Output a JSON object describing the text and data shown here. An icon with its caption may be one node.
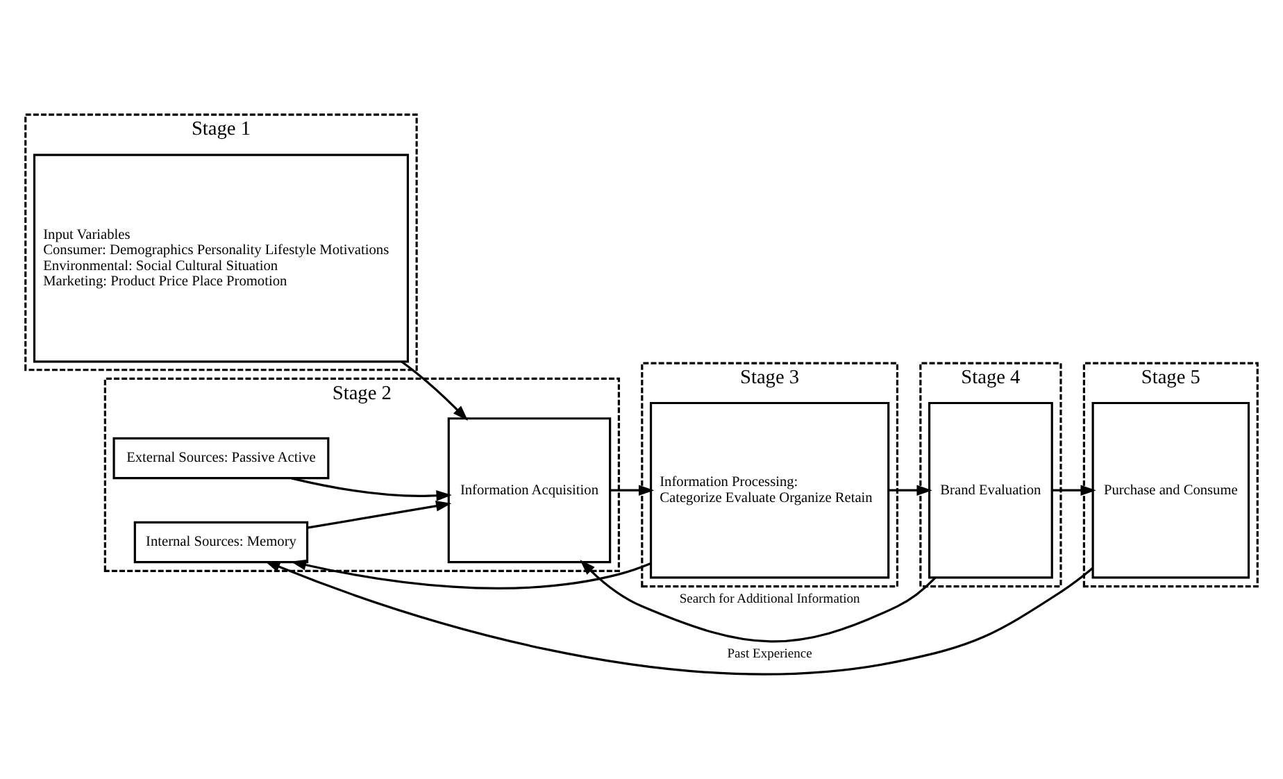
{
  "diagram": {
    "nodes": [
      {
        "text": [
          "Stage 1"
        ]
      },
      {
        "text": [
          "Input Variables",
          "Consumer: Demographics Personality Lifestyle Motivations",
          "Environmental: Social Cultural Situation",
          "Marketing: Product Price Place Promotion"
        ],
        "in": 0
      },
      {
        "text": [
          "Stage 2"
        ]
      },
      {
        "text": [
          "Information Acquisition"
        ],
        "in": 2
      },
      {
        "text": [
          "External Sources: Passive Active"
        ],
        "in": 2
      },
      {
        "text": [
          "Internal Sources: Memory"
        ],
        "in": 2
      },
      {
        "text": [
          "Stage 3"
        ]
      },
      {
        "text": [
          "Information Processing:",
          "Categorize Evaluate Organize Retain"
        ],
        "in": 6
      },
      {
        "text": [
          "Stage 4"
        ]
      },
      {
        "text": [
          "Brand Evaluation"
        ],
        "in": 8
      },
      {
        "text": [
          "Stage 5"
        ]
      },
      {
        "text": [
          "Purchase and Consume"
        ],
        "in": 10
      }
    ],
    "edges": [
      {
        "from": 1,
        "to": 3,
        "arrow": "to"
      },
      {
        "from": 3,
        "to": 7,
        "arrow": "to"
      },
      {
        "from": 7,
        "to": 9,
        "arrow": "to"
      },
      {
        "from": 9,
        "to": 11,
        "arrow": "to"
      },
      {
        "from": 9,
        "to": 3,
        "arrow": "to",
        "label": "Search for Additional Information"
      },
      {
        "from": 4,
        "to": 3,
        "arrow": "to"
      },
      {
        "from": 5,
        "to": 3,
        "arrow": "to"
      },
      {
        "from": 7,
        "to": 5,
        "arrow": "to"
      },
      {
        "from": 11,
        "to": 5,
        "arrow": "to",
        "label": "Past Experience"
      }
    ]
  }
}
